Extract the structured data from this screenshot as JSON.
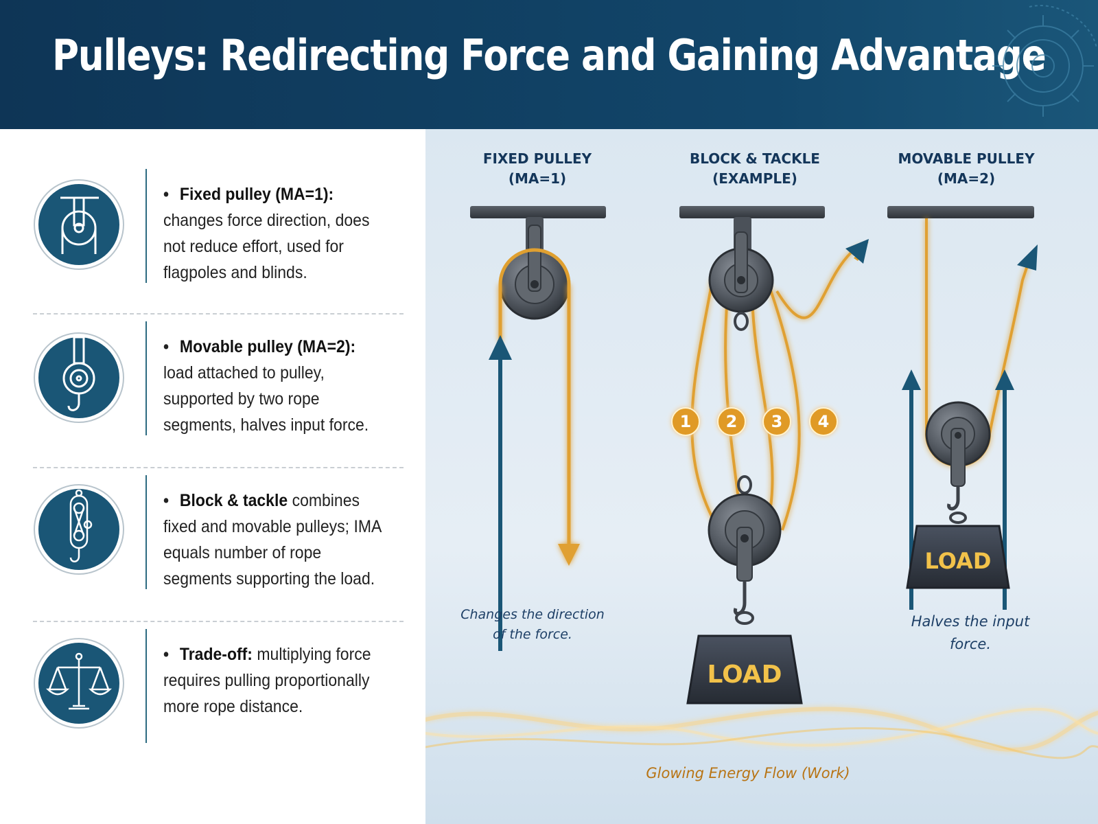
{
  "header": {
    "title": "Pulleys: Redirecting Force and Gaining Advantage"
  },
  "items": [
    {
      "icon": "fixed-pulley-icon",
      "heading": "Fixed pulley (MA=1):",
      "body": "changes force direction, does not reduce effort, used for flagpoles and blinds."
    },
    {
      "icon": "movable-pulley-icon",
      "heading": "Movable pulley (MA=2):",
      "body": "load attached to pulley, supported by two rope segments, halves input force."
    },
    {
      "icon": "block-tackle-icon",
      "heading": "Block & tackle",
      "body": "combines fixed and movable pulleys; IMA equals number of rope segments supporting the load."
    },
    {
      "icon": "scales-icon",
      "heading": "Trade-off:",
      "body": "multiplying force requires pulling proportionally more rope distance."
    }
  ],
  "diagram": {
    "fixed": {
      "title_line1": "FIXED PULLEY",
      "title_line2": "(MA=1)",
      "caption_line1": "Changes the direction",
      "caption_line2": "of the force."
    },
    "block": {
      "title_line1": "BLOCK & TACKLE",
      "title_line2": "(EXAMPLE)",
      "load": "LOAD",
      "segments": [
        "1",
        "2",
        "3",
        "4"
      ]
    },
    "movable": {
      "title_line1": "MOVABLE PULLEY",
      "title_line2": "(MA=2)",
      "load": "LOAD",
      "caption_line1": "Halves the input",
      "caption_line2": "force."
    },
    "energy_label": "Glowing Energy Flow (Work)"
  },
  "colors": {
    "navy": "#0e3556",
    "teal": "#1a5676",
    "rope": "#e0a030",
    "label": "#14365a",
    "caption": "#1d3f66",
    "energy": "#b87414"
  }
}
